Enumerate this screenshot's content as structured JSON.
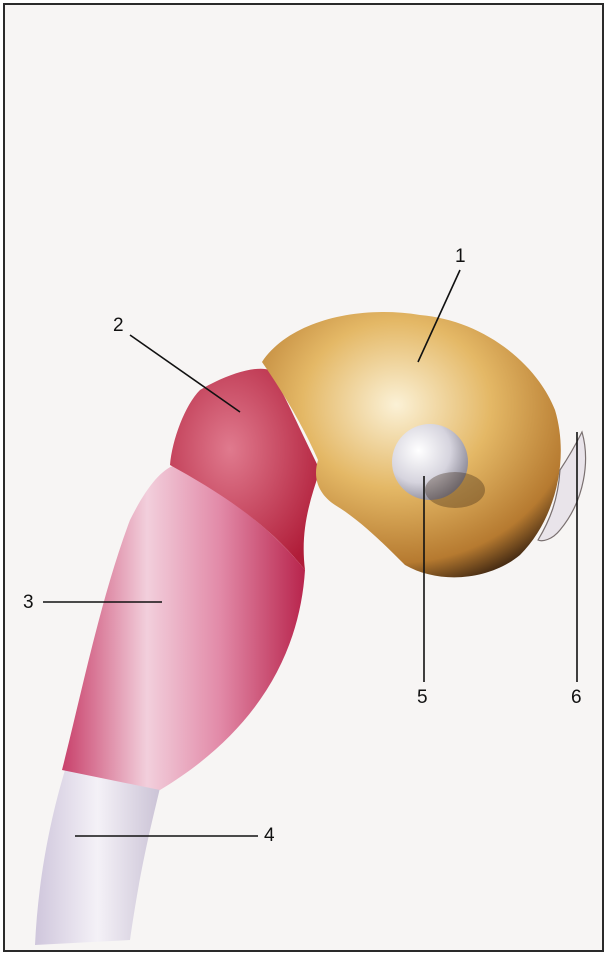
{
  "diagram": {
    "labels": [
      {
        "id": "label-1",
        "text": "1"
      },
      {
        "id": "label-2",
        "text": "2"
      },
      {
        "id": "label-3",
        "text": "3"
      },
      {
        "id": "label-4",
        "text": "4"
      },
      {
        "id": "label-5",
        "text": "5"
      },
      {
        "id": "label-6",
        "text": "6"
      }
    ]
  },
  "colors": {
    "frame": "#2a2a2a",
    "background": "#f7f5f4",
    "seed": "#d9a85a",
    "seed_shadow": "#8a5a2a",
    "collar": "#c8233f",
    "stem": "#d96a8c",
    "stem_light": "#f0c6d4",
    "root_tip": "#e3dde8",
    "sphere": "#cfcfd8"
  }
}
